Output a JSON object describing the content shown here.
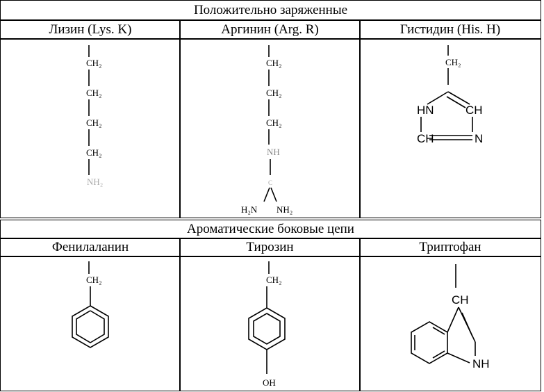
{
  "section1": {
    "title": "Положительно заряженные",
    "columns": [
      "Лизин (Lys. K)",
      "Аргинин (Arg. R)",
      "Гистидин (His. H)"
    ]
  },
  "section2": {
    "title": "Ароматические боковые цепи",
    "columns": [
      "Фенилаланин",
      "Тирозин",
      "Триптофан"
    ]
  },
  "labels": {
    "ch2": "CH₂",
    "nh": "NH",
    "nh2": "NH₂",
    "c": "C",
    "h2n": "H₂N",
    "hn": "HN",
    "ch": "CH",
    "n": "N",
    "oh": "OH",
    "nh_ring": "NH"
  }
}
